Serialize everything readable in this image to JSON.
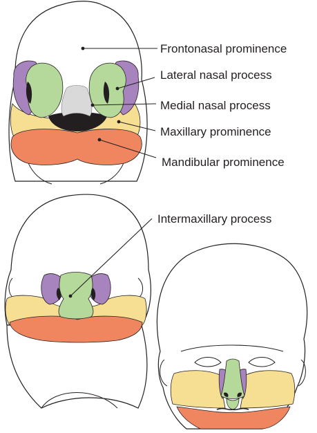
{
  "labels": {
    "frontonasal": "Frontonasal prominence",
    "lateral_nasal": "Lateral nasal process",
    "medial_nasal": "Medial nasal process",
    "maxillary": "Maxillary prominence",
    "mandibular": "Mandibular prominence",
    "intermaxillary": "Intermaxillary process"
  },
  "colors": {
    "lateral_nasal": "#a784bd",
    "medial_nasal": "#b5d99a",
    "maxillary": "#f6df93",
    "mandibular": "#f08660",
    "outline": "#231f20"
  }
}
